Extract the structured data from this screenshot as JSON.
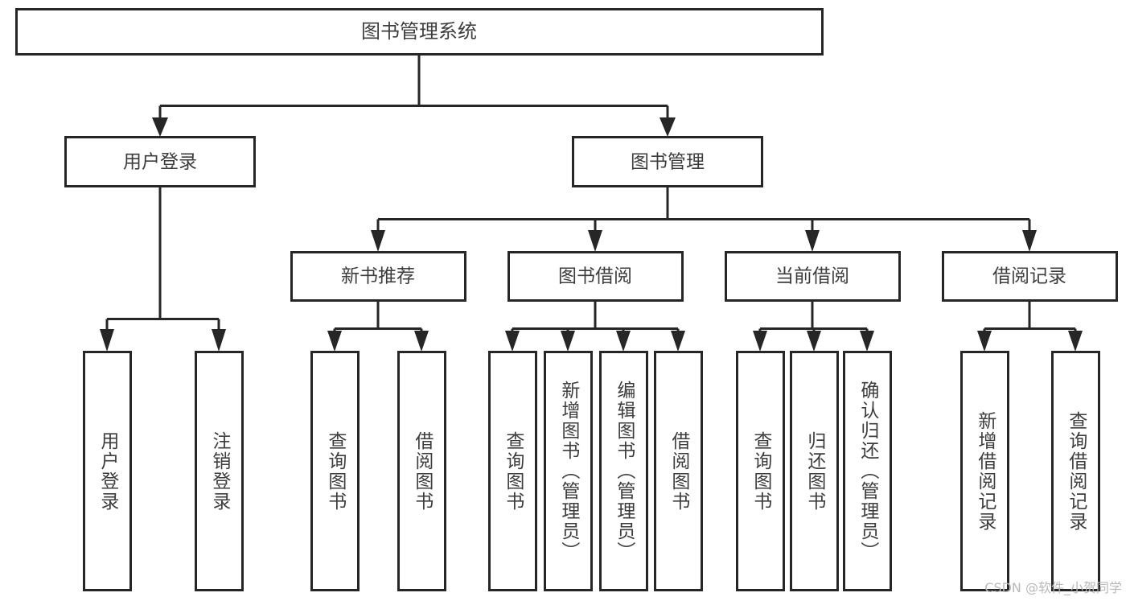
{
  "diagram": {
    "title": "图书管理系统",
    "type": "tree",
    "orientation": "top-down",
    "colors": {
      "stroke": "#262626",
      "fill": "#ffffff",
      "text": "#3d3d3d",
      "watermark": "#b9b9b9",
      "background": "#ffffff"
    },
    "root": {
      "label": "图书管理系统"
    },
    "level2": [
      {
        "label": "用户登录"
      },
      {
        "label": "图书管理"
      }
    ],
    "level3": [
      {
        "label": "新书推荐"
      },
      {
        "label": "图书借阅"
      },
      {
        "label": "当前借阅"
      },
      {
        "label": "借阅记录"
      }
    ],
    "leaves": {
      "user_login": [
        {
          "label": "用户登录"
        },
        {
          "label": "注销登录"
        }
      ],
      "new_book_recommend": [
        {
          "label": "查询图书"
        },
        {
          "label": "借阅图书"
        }
      ],
      "book_borrow": [
        {
          "label": "查询图书"
        },
        {
          "label": "新增图书（管理员）"
        },
        {
          "label": "编辑图书（管理员）"
        },
        {
          "label": "借阅图书"
        }
      ],
      "current_borrow": [
        {
          "label": "查询图书"
        },
        {
          "label": "归还图书"
        },
        {
          "label": "确认归还（管理员）"
        }
      ],
      "borrow_record": [
        {
          "label": "新增借阅记录"
        },
        {
          "label": "查询借阅记录"
        }
      ]
    }
  },
  "watermark": {
    "text": "CSDN @软件_小贺同学"
  }
}
